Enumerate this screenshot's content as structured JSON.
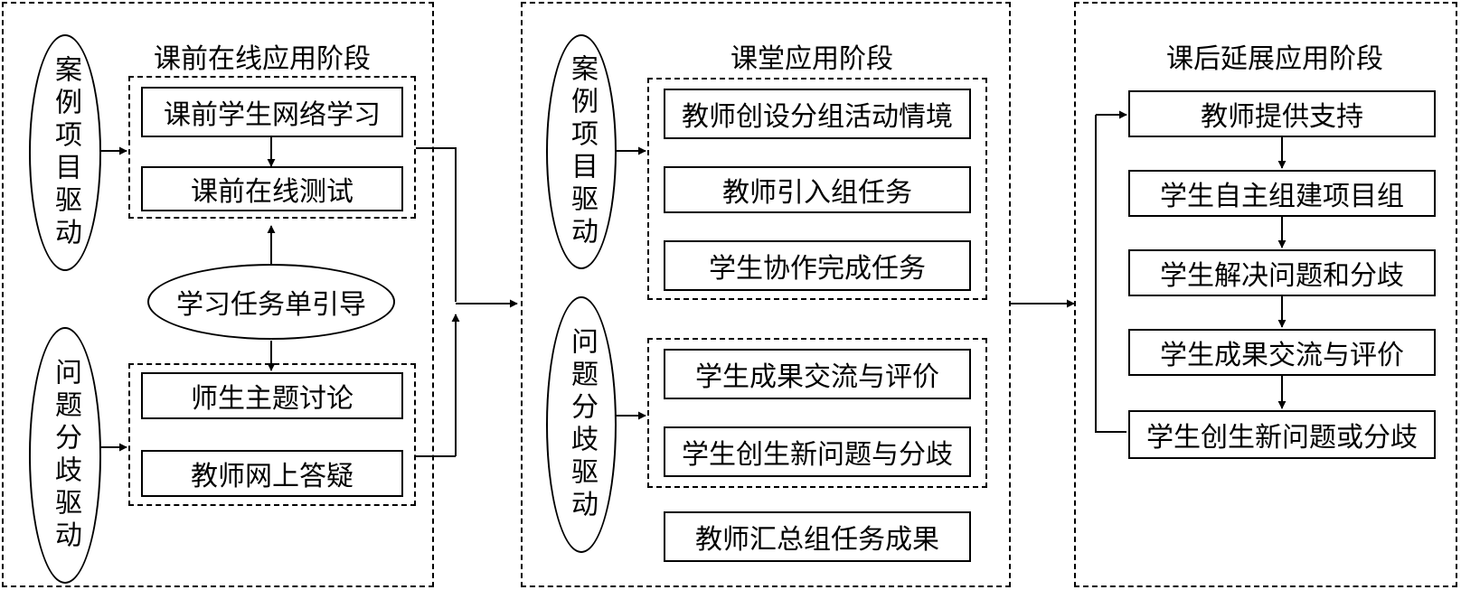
{
  "stage1": {
    "title": "课前在线应用阶段",
    "ellipse_case": "案例项目驱动",
    "ellipse_problem": "问题分歧驱动",
    "ellipse_guide": "学习任务单引导",
    "boxes": [
      "课前学生网络学习",
      "课前在线测试",
      "师生主题讨论",
      "教师网上答疑"
    ]
  },
  "stage2": {
    "title": "课堂应用阶段",
    "ellipse_case": "案例项目驱动",
    "ellipse_problem": "问题分歧驱动",
    "boxes": [
      "教师创设分组活动情境",
      "教师引入组任务",
      "学生协作完成任务",
      "学生成果交流与评价",
      "学生创生新问题与分歧",
      "教师汇总组任务成果"
    ]
  },
  "stage3": {
    "title": "课后延展应用阶段",
    "boxes": [
      "教师提供支持",
      "学生自主组建项目组",
      "学生解决问题和分歧",
      "学生成果交流与评价",
      "学生创生新问题或分歧"
    ]
  }
}
